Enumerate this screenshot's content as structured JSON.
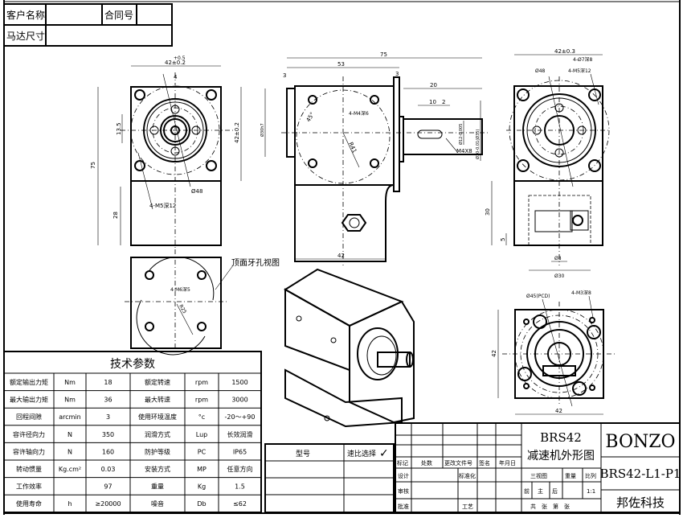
{
  "header": {
    "customer_label": "客户名称",
    "customer_value": "",
    "contract_label": "合同号",
    "contract_value": "",
    "motor_size_label": "马达尺寸",
    "motor_size_value": ""
  },
  "drawing": {
    "front_view": {
      "dim_width": "42±0.2",
      "dim_width_tol": "+0.5",
      "dim_key": "4",
      "dim_height": "75",
      "dim_flange": "13.5",
      "dim_lower": "28",
      "dim_right": "42±0.2",
      "hole_note": "4-M5深12",
      "dia_note": "Ø48"
    },
    "side_view": {
      "dim_total": "75",
      "dim_body": "53",
      "dim_left": "3",
      "dim_flange": "3",
      "dim_shaft": "20",
      "dim_key": "10",
      "dim_key_end": "2",
      "angle": "45°",
      "hole_note": "4-M4深6",
      "radius": "R41",
      "dim_shaft_dia": "Ø12-0.005",
      "dim_pilot_dia": "Ø30-0.01(Ø35)",
      "thread_note": "M4X8",
      "dim_bottom": "42",
      "dim_left_dia": "Ø30h7"
    },
    "right_view": {
      "dim_width": "42±0.3",
      "hole_note_1": "4-Ø7深8",
      "hole_note_2": "4-M5深12",
      "dia_note": "Ø48",
      "dim_height": "30",
      "dim_step": "5",
      "dim_bore": "Ø8",
      "dim_flange": "Ø30"
    },
    "bottom_view": {
      "pcd_note": "Ø45(PCD)",
      "hole_note": "4-M3深8",
      "dim_height": "42",
      "dim_width": "42"
    },
    "top_view": {
      "label": "顶面牙孔视图",
      "hole_note": "4-M6深5",
      "radius": "R25"
    }
  },
  "spec_table": {
    "title": "技术参数",
    "rows": [
      [
        "额定输出力矩",
        "Nm",
        "18",
        "额定转速",
        "rpm",
        "1500"
      ],
      [
        "最大输出力矩",
        "Nm",
        "36",
        "最大转速",
        "rpm",
        "3000"
      ],
      [
        "回程间隙",
        "arcmin",
        "3",
        "使用环境温度",
        "°c",
        "-20～+90"
      ],
      [
        "容许径向力",
        "N",
        "350",
        "润滑方式",
        "Lup",
        "长效润滑"
      ],
      [
        "容许轴向力",
        "N",
        "160",
        "防护等级",
        "PC",
        "IP65"
      ],
      [
        "转动惯量",
        "Kg.cm²",
        "0.03",
        "安装方式",
        "MP",
        "任意方向"
      ],
      [
        "工作效率",
        "",
        "97",
        "重量",
        "Kg",
        "1.5"
      ],
      [
        "使用寿命",
        "h",
        "≥20000",
        "噪音",
        "Db",
        "≤62"
      ]
    ]
  },
  "model_table": {
    "model_label": "型号",
    "ratio_label": "速比选择",
    "ratio_check": "✓"
  },
  "title_block": {
    "revision_headers": [
      "标记",
      "处数",
      "更改文件号",
      "签名",
      "年月日"
    ],
    "design": "设计",
    "standardize": "标准化",
    "review": "审核",
    "approve": "批准",
    "process": "工艺",
    "product": "BRS42",
    "drawing_title": "减速机外形图",
    "views_label": "三视图",
    "weight_label": "重量",
    "scale_label": "比列",
    "front": "前",
    "main": "主",
    "rear": "后",
    "scale_value": "1:1",
    "sheets": "共　张　第　张",
    "brand": "BONZO",
    "drawing_no": "BRS42-L1-P1",
    "company": "邦佐科技"
  }
}
